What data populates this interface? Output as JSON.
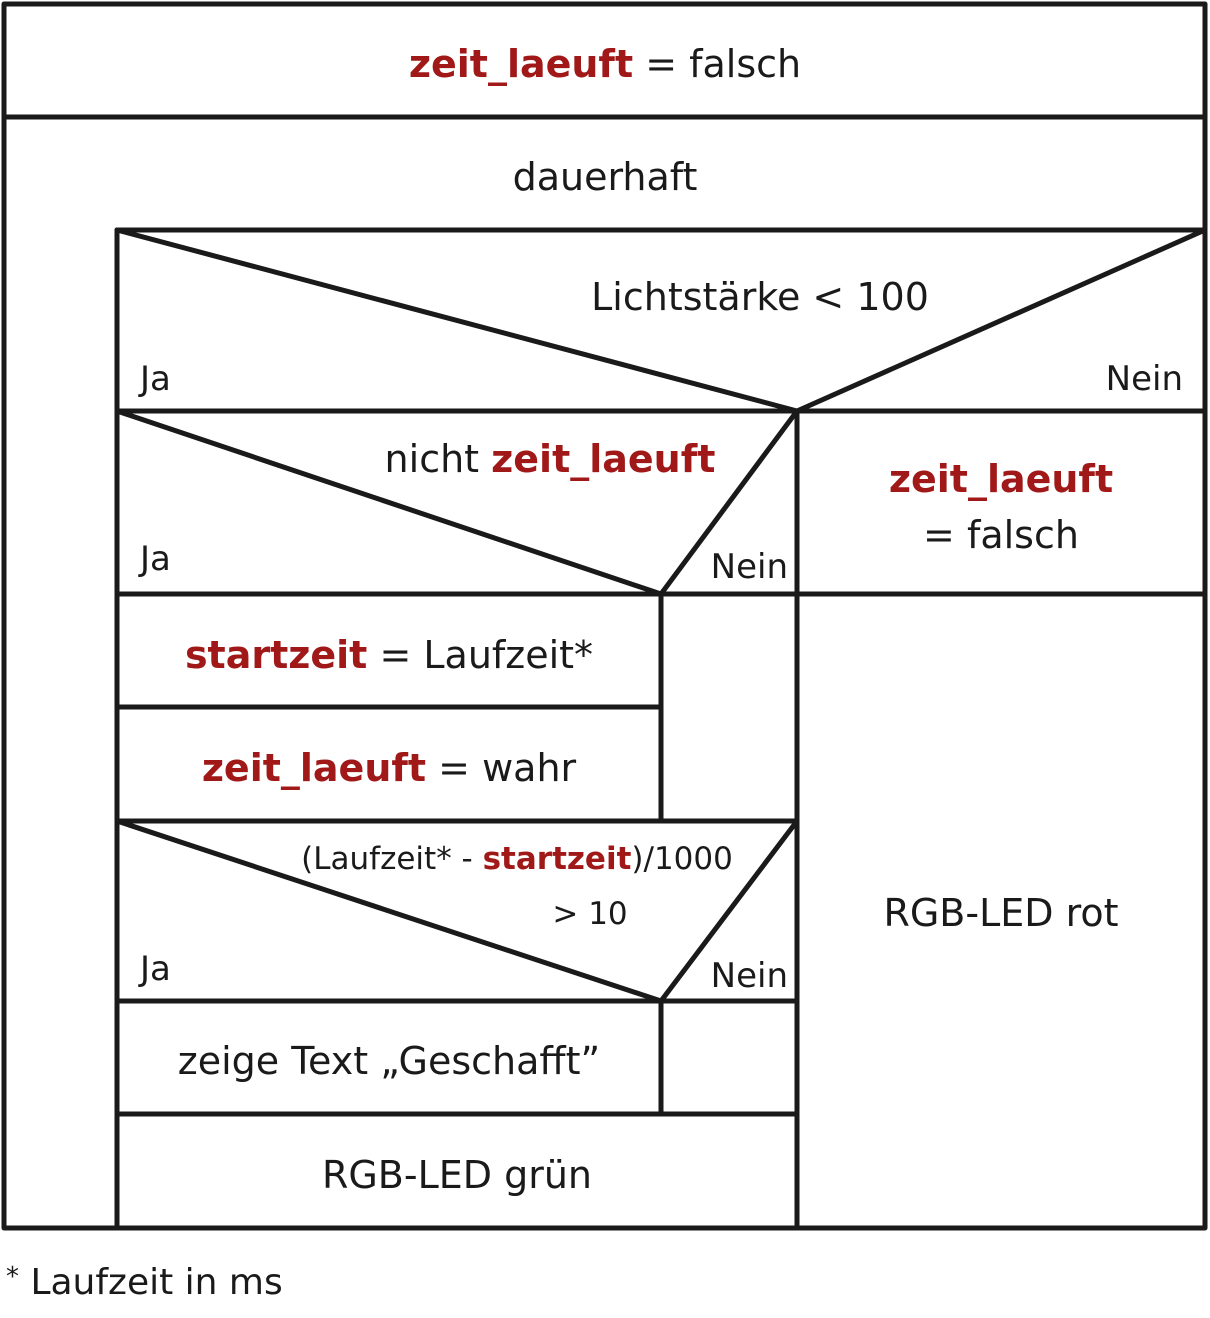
{
  "init": {
    "var": "zeit_laeuft",
    "rest": " = falsch"
  },
  "loop": {
    "label": "dauerhaft"
  },
  "cond1": {
    "text": "Lichtstärke < 100",
    "yes": "Ja",
    "no": "Nein"
  },
  "cond2": {
    "prefix": "nicht ",
    "var": "zeit_laeuft",
    "yes": "Ja",
    "no": "Nein"
  },
  "else1": {
    "var": "zeit_laeuft",
    "rest": "= falsch"
  },
  "stmt_start": {
    "var": "startzeit",
    "rest": " = Laufzeit*"
  },
  "stmt_run": {
    "var": "zeit_laeuft",
    "rest": " = wahr"
  },
  "cond3": {
    "part1": "(Laufzeit* - ",
    "var": "startzeit",
    "part2": ")/1000",
    "line2": "> 10",
    "yes": "Ja",
    "no": "Nein"
  },
  "stmt_text": {
    "text": "zeige Text „Geschafft”"
  },
  "stmt_green": {
    "text": "RGB-LED grün"
  },
  "stmt_red": {
    "text": "RGB-LED rot"
  },
  "footnote": {
    "star": "*",
    "text": " Laufzeit in ms"
  }
}
